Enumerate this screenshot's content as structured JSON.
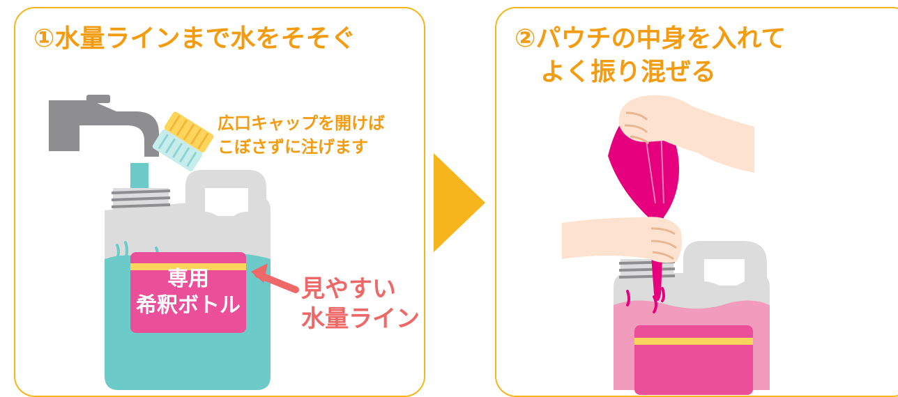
{
  "step1": {
    "title": "①水量ラインまで水をそそぐ",
    "cap_note_line1": "広口キャップを開けば",
    "cap_note_line2": "こぼさずに注げます",
    "bottle_label_line1": "専用",
    "bottle_label_line2": "希釈ボトル",
    "waterline_note_line1": "見やすい",
    "waterline_note_line2": "水量ライン"
  },
  "step2": {
    "title_line1": "②パウチの中身を入れて",
    "title_line2": "よく振り混ぜる"
  },
  "colors": {
    "frame": "#f6b51c",
    "title_text": "#f39c12",
    "arrow": "#f6b51c",
    "water": "#6ccac9",
    "pink_liquid": "#f29cbd",
    "magenta": "#e6007e",
    "label_pink": "#ec4f9a",
    "label_stripe": "#fdd45c",
    "bottle_gray": "#dcdcdd",
    "faucet_gray": "#8e8e90",
    "hand_skin": "#fde3cf",
    "note_red": "#ef6868"
  },
  "icons": [
    "faucet-icon",
    "cap-icon",
    "bottle-icon",
    "pouch-icon",
    "hand-icon",
    "arrow-right-icon"
  ]
}
